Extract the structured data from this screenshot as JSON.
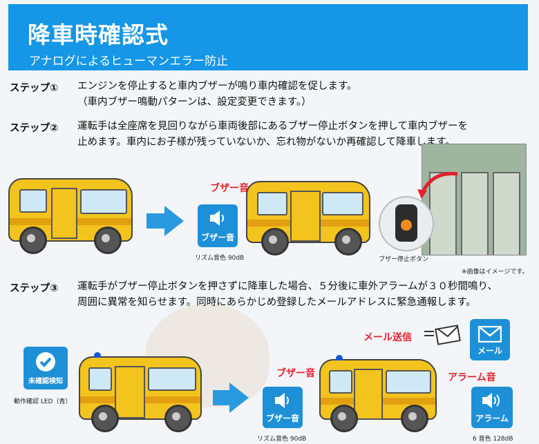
{
  "header": {
    "title": "降車時確認式",
    "subtitle": "アナログによるヒューマンエラー防止"
  },
  "steps": [
    {
      "label": "ステップ①",
      "lines": [
        "エンジンを停止すると車内ブザーが鳴り車内確認を促します。",
        "（車内ブザー鳴動パターンは、設定変更できます。）"
      ]
    },
    {
      "label": "ステップ②",
      "lines": [
        "運転手は全座席を見回りながら車両後部にあるブザー停止ボタンを押して車内ブザーを",
        "止めます。車内にお子様が残っていないか、忘れ物がないか再確認して降車します。"
      ]
    },
    {
      "label": "ステップ③",
      "lines": [
        "運転手がブザー停止ボタンを押さずに降車した場合、５分後に車外アラームが３０秒間鳴り、",
        "周囲に異常を知らせます。同時にあらかじめ登録したメールアドレスに緊急通報します。"
      ]
    }
  ],
  "step2_figure": {
    "buzzer_label_red": "ブザー音",
    "buzzer_badge": "ブザー音",
    "buzzer_caption": "リズム音色 90dB",
    "stop_button_caption": "ブザー停止ボタン",
    "image_note": "※画像はイメージです。"
  },
  "step3_figure": {
    "unconfirmed_badge": "未確認検知",
    "led_caption": "動作確認 LED（青）",
    "buzzer_label_red": "ブザー音",
    "buzzer_badge": "ブザー音",
    "buzzer_caption": "リズム音色 90dB",
    "mail_send_label": "メール送信",
    "mail_badge": "メール",
    "alarm_label_red": "アラーム音",
    "alarm_badge": "アラーム",
    "alarm_caption": "6 音色 128dB"
  },
  "icons": {
    "speaker": "speaker-icon",
    "mail": "mail-icon",
    "check": "check-circle-icon",
    "arrow": "arrow-right-icon"
  },
  "colors": {
    "header_bg": "#1596e6",
    "accent_blue": "#1e90d8",
    "alert_red": "#e0222c",
    "bus_yellow": "#f3c31e"
  }
}
